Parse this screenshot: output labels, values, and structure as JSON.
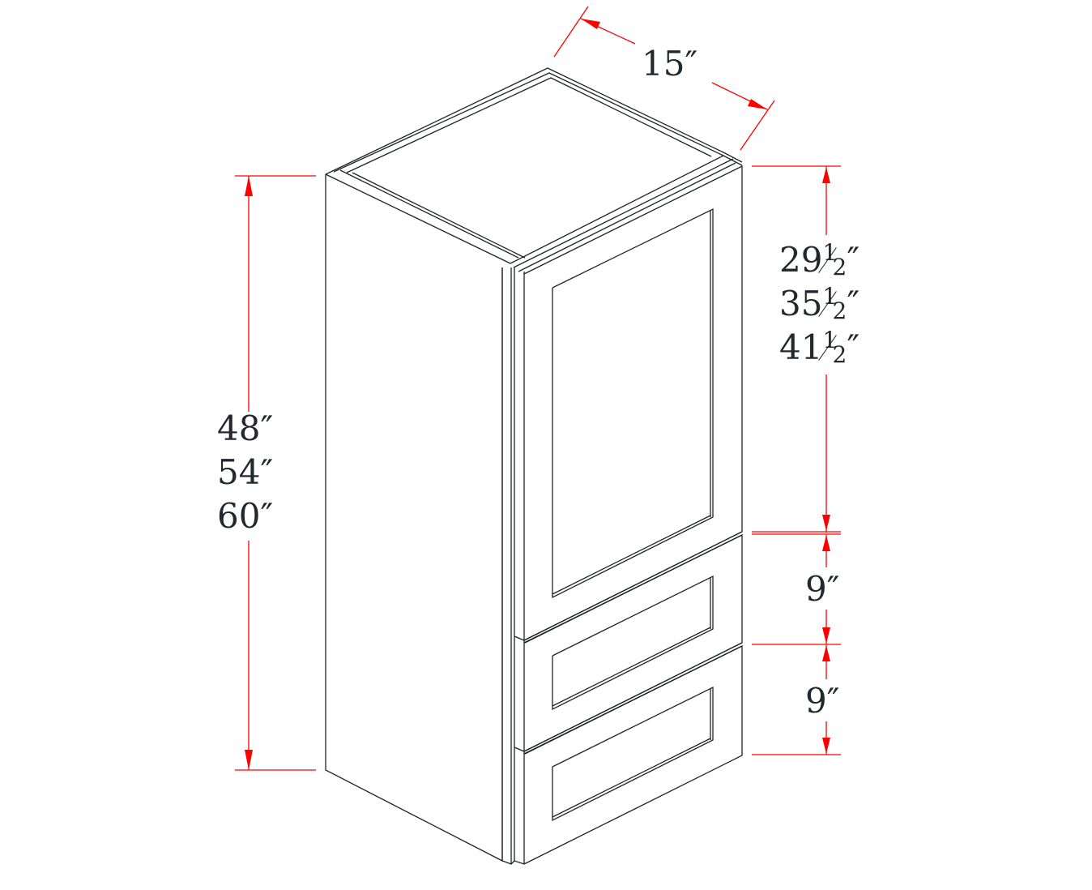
{
  "diagram": {
    "type": "isometric cabinet elevation",
    "subject": "wall cabinet with one door over two drawers",
    "colors": {
      "line": "#1f2328",
      "dimension": "#ff0000",
      "text": "#23272e",
      "background": "#ffffff"
    }
  },
  "dimensions": {
    "depth": {
      "label": "15″"
    },
    "overall_height": {
      "options": [
        {
          "label": "48″"
        },
        {
          "label": "54″"
        },
        {
          "label": "60″"
        }
      ]
    },
    "door_height": {
      "options": [
        {
          "whole": "29",
          "num": "1",
          "den": "2",
          "mark": "″"
        },
        {
          "whole": "35",
          "num": "1",
          "den": "2",
          "mark": "″"
        },
        {
          "whole": "41",
          "num": "1",
          "den": "2",
          "mark": "″"
        }
      ]
    },
    "drawer_1_height": {
      "label": "9″"
    },
    "drawer_2_height": {
      "label": "9″"
    }
  }
}
